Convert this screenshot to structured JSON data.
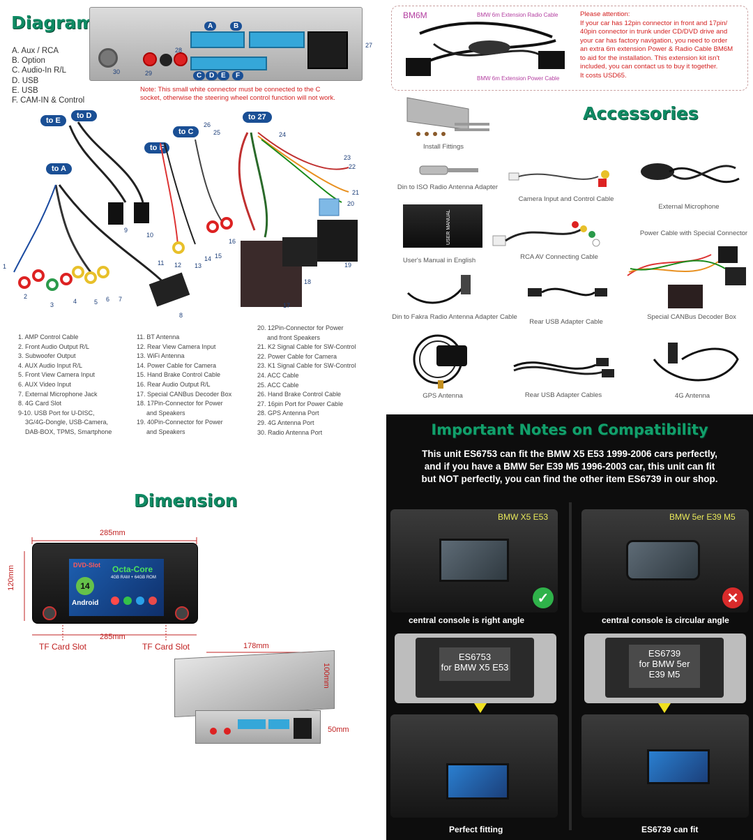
{
  "diagram": {
    "title": "Diagram",
    "ports": [
      "A. Aux / RCA",
      "B. Option",
      "C. Audio-In R/L",
      "D. USB",
      "E. USB",
      "F. CAM-IN & Control"
    ],
    "note": "Note: This small white connector must be connected to the C socket, otherwise the steering wheel control function will not work.",
    "connector_letters": [
      "A",
      "B",
      "C",
      "D",
      "E",
      "F"
    ],
    "pills": [
      "to E",
      "to D",
      "to A",
      "to F",
      "to C",
      "to 27"
    ],
    "panel_numbers": [
      "30",
      "29",
      "28",
      "27"
    ],
    "cable_numbers": [
      "1",
      "2",
      "3",
      "4",
      "5",
      "6",
      "7",
      "8",
      "9",
      "10",
      "11",
      "12",
      "13",
      "14",
      "15",
      "16",
      "17",
      "18",
      "19",
      "20",
      "21",
      "22",
      "23",
      "24",
      "25",
      "26"
    ],
    "legend_col1": [
      "1. AMP Control Cable",
      "2. Front Audio Output R/L",
      "3. Subwoofer Output",
      "4. AUX Audio Input R/L",
      "5. Front View Camera Input",
      "6. AUX Video Input",
      "7. External Microphone Jack",
      "8. 4G Card Slot",
      "9-10. USB Port for U-DISC,",
      "3G/4G-Dongle, USB-Camera,",
      "DAB-BOX, TPMS, Smartphone"
    ],
    "legend_col2": [
      "11. BT Antenna",
      "12. Rear View Camera Input",
      "13. WiFi Antenna",
      "14. Power Cable for Camera",
      "15. Hand Brake Control Cable",
      "16. Rear Audio Output R/L",
      "17. Special CANBus Decoder Box",
      "18. 17Pin-Connector for Power",
      "and Speakers",
      "19. 40Pin-Connector for Power",
      "and Speakers"
    ],
    "legend_col3": [
      "20. 12Pin-Connector for Power",
      "and front Speakers",
      "21. K2 Signal Cable for SW-Control",
      "22. Power Cable for Camera",
      "23. K1 Signal Cable for SW-Control",
      "24. ACC Cable",
      "25. ACC Cable",
      "26. Hand Brake Control Cable",
      "27. 16pin Port for Power Cable",
      "28. GPS Antenna Port",
      "29. 4G Antenna Port",
      "30. Radio Antenna Port"
    ]
  },
  "bm6m": {
    "code": "BM6M",
    "radio_cable": "BMW 6m Extension Radio Cable",
    "power_cable": "BMW 6m Extension Power Cable",
    "attention": [
      "Please attention:",
      "If your car has 12pin connector in front and 17pin/",
      "40pin connector in trunk under CD/DVD drive and",
      "your car has factory navigation, you need to order",
      "an extra 6m extension Power & Radio Cable BM6M",
      "to aid for the installation. This extension kit isn't",
      "included, you can contact us to buy it together.",
      "It costs USD65."
    ]
  },
  "accessories": {
    "title": "Accessories",
    "items": [
      "Install Fittings",
      "Din to ISO Radio Antenna Adapter",
      "Camera Input and Control Cable",
      "External Microphone",
      "Power Cable with Special Connector",
      "User's Manual in English",
      "RCA AV Connecting Cable",
      "Din to Fakra Radio Antenna Adapter Cable",
      "Rear USB Adapter Cable",
      "Special CANBus Decoder Box",
      "GPS Antenna",
      "Rear USB Adapter Cables",
      "4G Antenna"
    ],
    "manual_text": "USER MANUAL"
  },
  "dimension": {
    "title": "Dimension",
    "width_top": "285mm",
    "width_bottom": "285mm",
    "height": "120mm",
    "depth": "178mm",
    "depth_height": "100mm",
    "rear_height": "50mm",
    "tf_left": "TF Card Slot",
    "tf_right": "TF Card Slot",
    "screen_dvd": "DVD-Slot",
    "screen_octa": "Octa-Core",
    "screen_ram": "4GB RAM + 64GB ROM",
    "screen_android_version": "14",
    "screen_android": "Android"
  },
  "compat": {
    "title": "Important Notes on Compatibility",
    "text": [
      "This unit ES6753 can fit the BMW X5 E53 1999-2006 cars perfectly,",
      "and if you have a BMW 5er E39 M5 1996-2003 car, this unit can fit",
      "but NOT perfectly, you can find the other item ES6739 in our shop."
    ],
    "left_car": "BMW X5 E53",
    "right_car": "BMW 5er E39 M5",
    "left_caption": "central console is right angle",
    "right_caption": "central console is circular angle",
    "left_unit": [
      "ES6753",
      "for BMW X5 E53"
    ],
    "right_unit": [
      "ES6739",
      "for BMW 5er",
      "E39 M5"
    ],
    "left_fit": "Perfect fitting",
    "right_fit": "ES6739 can fit",
    "check_color": "#2fb24a",
    "cross_color": "#d92b2b"
  }
}
